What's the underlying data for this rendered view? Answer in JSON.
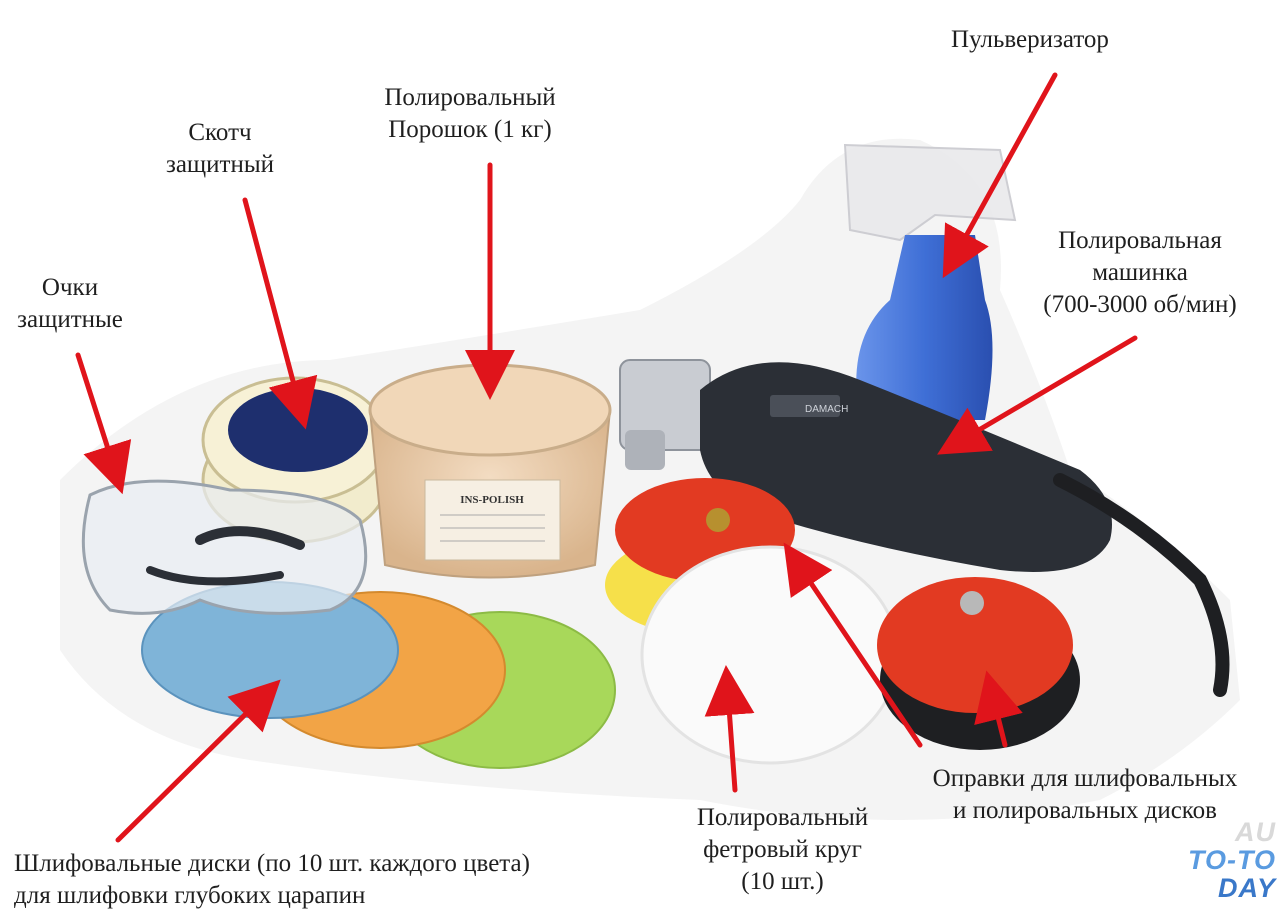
{
  "labels": {
    "sprayer": "Пульверизатор",
    "powder": [
      "Полировальный",
      "Порошок (1 кг)"
    ],
    "tape": [
      "Скотч",
      "защитный"
    ],
    "goggles": [
      "Очки",
      "защитные"
    ],
    "machine": [
      "Полировальная",
      "машинка",
      "(700-3000 об/мин)"
    ],
    "backing_pads": [
      "Оправки для шлифовальных",
      "и полировальных дисков"
    ],
    "felt_wheel": [
      "Полировальный",
      "фетровый круг",
      "(10 шт.)"
    ],
    "sanding_discs": [
      "Шлифовальные диски (по 10 шт. каждого цвета)",
      "для шлифовки глубоких царапин"
    ]
  },
  "product_text": {
    "jar_brand": "INS-POLISH",
    "machine_brand": "DAMACH"
  },
  "watermark": [
    "AU",
    "TO-TO",
    "DAY"
  ],
  "colors": {
    "arrow": "#e0141b",
    "disc_blue": "#7fb4d8",
    "disc_orange": "#f2a446",
    "disc_green": "#a8d85a",
    "felt": "#fafafa",
    "pad_red": "#e23a22",
    "sprayer_blue": "#3f6fd6",
    "machine_body": "#2b2f36"
  },
  "icons": [
    "arrow-icon",
    "sprayer-icon",
    "polishing-machine-icon",
    "powder-jar-icon",
    "tape-roll-icon",
    "goggles-icon",
    "sanding-disc-icon",
    "felt-wheel-icon",
    "backing-pad-icon"
  ]
}
